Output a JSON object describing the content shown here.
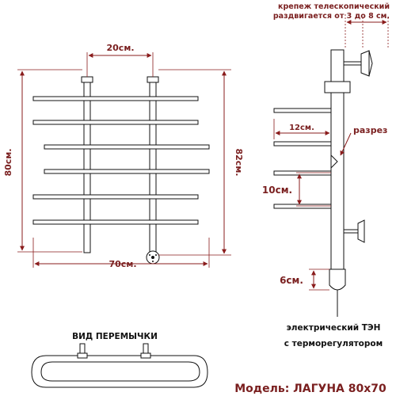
{
  "labels": {
    "width_20": "20см.",
    "height_80": "80см.",
    "height_82": "82см.",
    "width_70": "70см.",
    "mount_line1": "крепеж телескопический",
    "mount_line2": "раздвигается от 3 до 8 см.",
    "spacing_12": "12см.",
    "cut": "разрез",
    "spacing_10": "10см.",
    "offset_6": "6см.",
    "heater_line1": "электрический ТЭН",
    "heater_line2": "с терморегулятором",
    "jumper_title": "ВИД ПЕРЕМЫЧКИ",
    "model": "Модель: ЛАГУНА 80х70"
  },
  "colors": {
    "dimension": "#8a1c1c",
    "outline": "#111111"
  }
}
